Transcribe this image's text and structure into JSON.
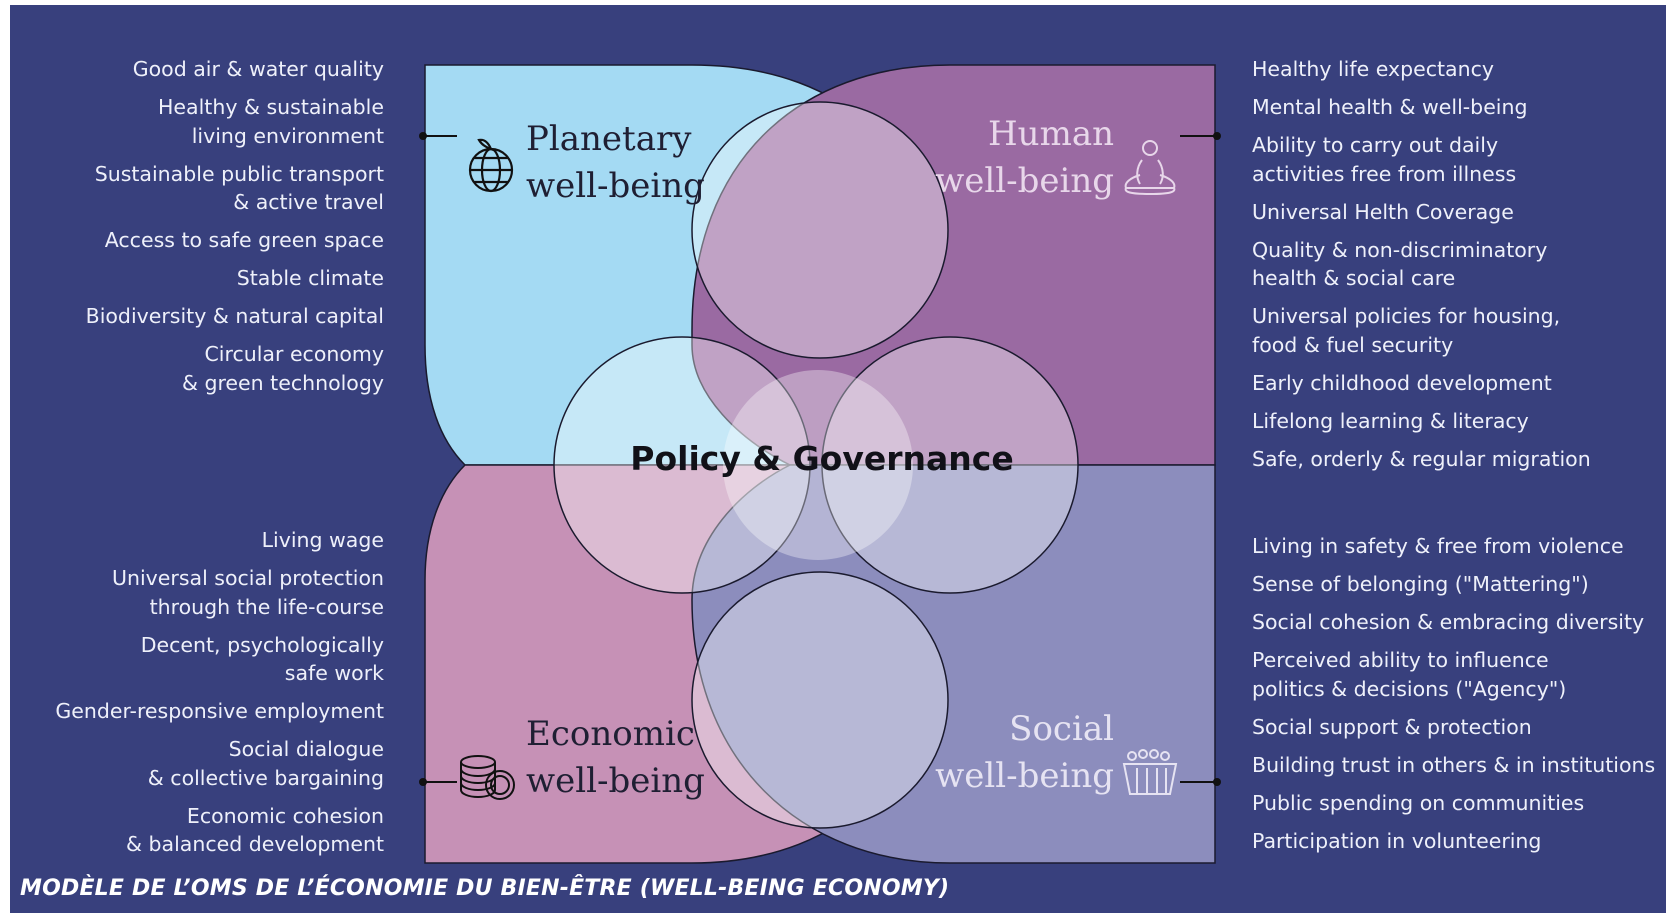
{
  "center_label": "Policy & Governance",
  "caption": "MODÈLE DE L’OMS DE L’ÉCONOMIE DU BIEN-ÊTRE (WELL-BEING ECONOMY)",
  "colors": {
    "background": "#38407d",
    "planetary": "#a4daf3",
    "human": "#9a6aa2",
    "economic": "#c691b6",
    "social": "#8c8dbd",
    "circle_fill": "#e8e6f4",
    "outline": "#1a1a2e"
  },
  "quadrants": {
    "planetary": {
      "title_line1": "Planetary",
      "title_line2": "well-being",
      "icon": "globe-icon",
      "items": [
        "Good air & water quality",
        "Healthy & sustainable\nliving environment",
        "Sustainable public transport\n& active travel",
        "Access to safe green space",
        "Stable climate",
        "Biodiversity & natural capital",
        "Circular economy\n& green technology"
      ]
    },
    "human": {
      "title_line1": "Human",
      "title_line2": "well-being",
      "icon": "meditation-icon",
      "items": [
        "Healthy life expectancy",
        "Mental health & well-being",
        "Ability to carry out daily\nactivities free from illness",
        "Universal Helth Coverage",
        "Quality & non-discriminatory\nhealth & social care",
        "Universal policies for housing,\nfood & fuel security",
        "Early childhood development",
        "Lifelong learning & literacy",
        "Safe, orderly & regular migration"
      ]
    },
    "economic": {
      "title_line1": "Economic",
      "title_line2": "well-being",
      "icon": "coins-icon",
      "items": [
        "Living wage",
        "Universal social protection\nthrough the life-course",
        "Decent, psychologically\nsafe work",
        "Gender-responsive employment",
        "Social dialogue\n& collective bargaining",
        "Economic cohesion\n& balanced development"
      ]
    },
    "social": {
      "title_line1": "Social",
      "title_line2": "well-being",
      "icon": "people-group-icon",
      "items": [
        "Living in safety & free from violence",
        "Sense of belonging (\"Mattering\")",
        "Social cohesion & embracing diversity",
        "Perceived ability to influence\npolitics & decisions (\"Agency\")",
        "Social support & protection",
        "Building trust in others & in institutions",
        "Public spending on communities",
        "Participation in volunteering"
      ]
    }
  }
}
